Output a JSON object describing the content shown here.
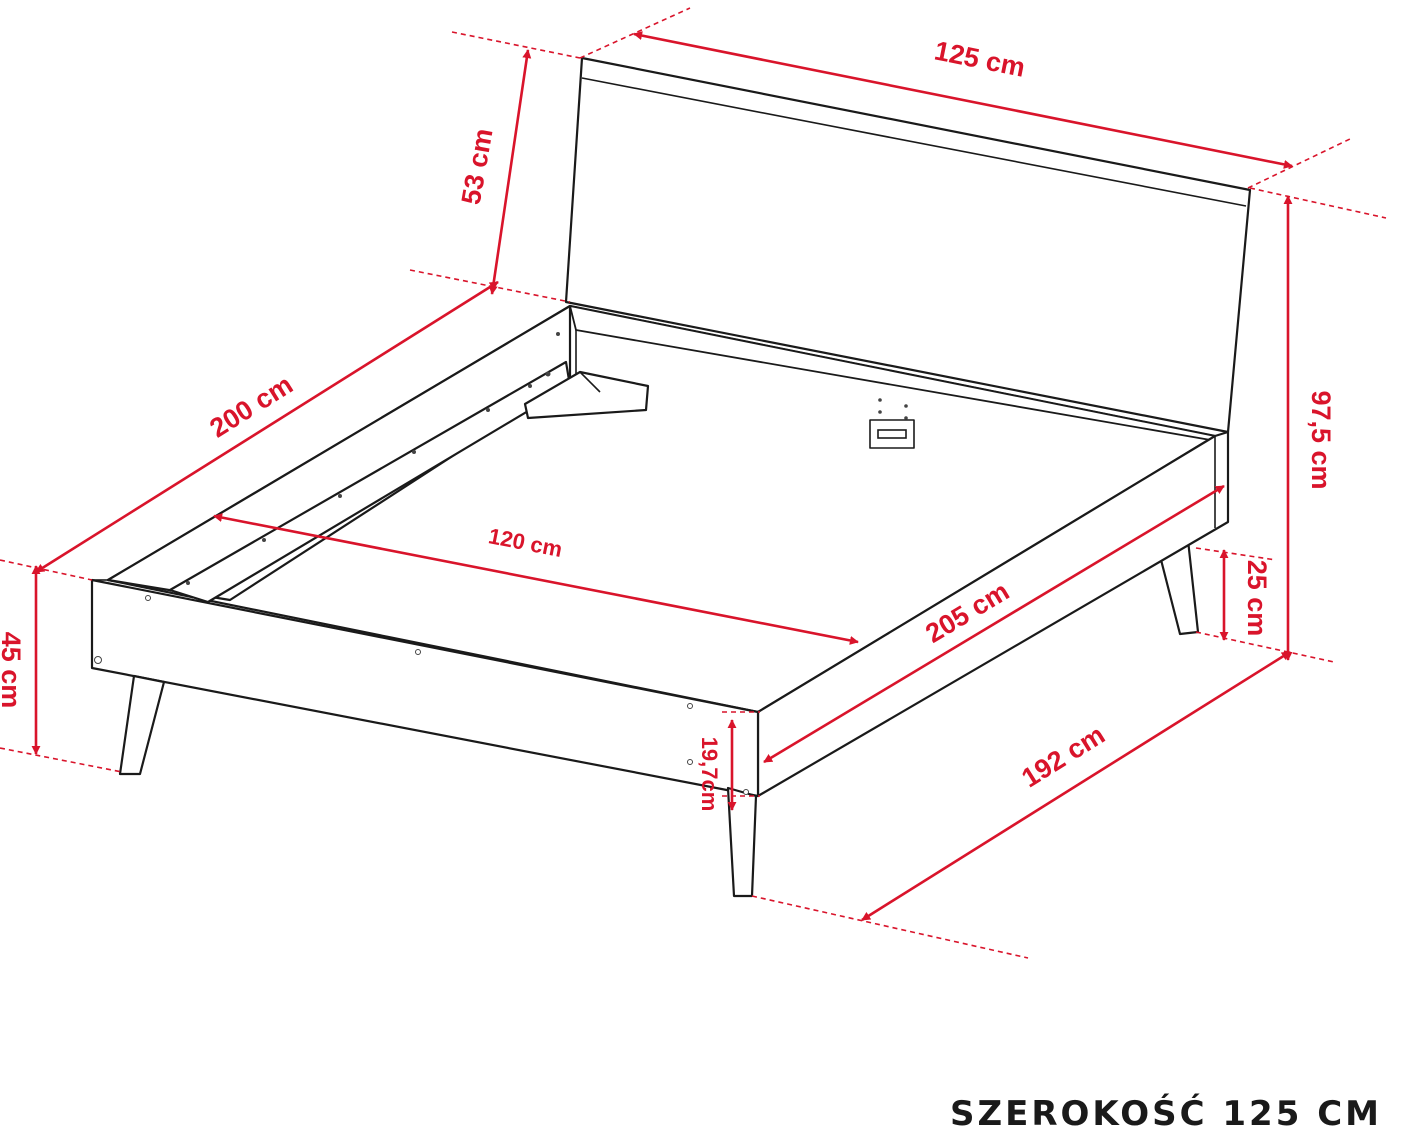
{
  "dimensions": {
    "headboard_width": "125 cm",
    "headboard_height": "53 cm",
    "total_height": "97,5 cm",
    "frame_length": "200 cm",
    "inner_width": "120 cm",
    "side_length": "205 cm",
    "leg_height": "25 cm",
    "total_depth": "192 cm",
    "frame_height": "19,7cm",
    "bed_height": "45 cm"
  },
  "caption": "SZEROKOŚĆ 125 CM",
  "colors": {
    "dimension": "#d9142b",
    "outline": "#1a1a1a"
  }
}
